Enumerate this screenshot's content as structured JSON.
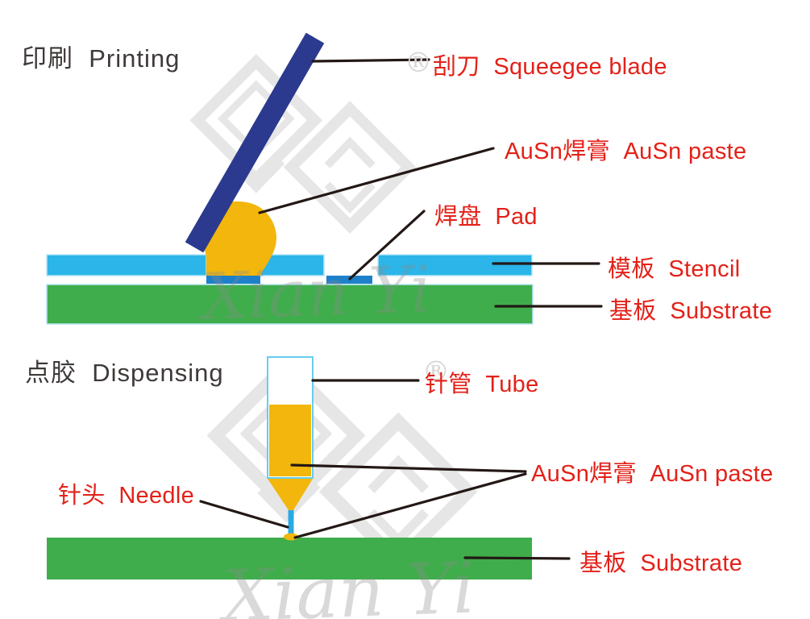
{
  "colors": {
    "label_red": "#e32119",
    "title_dark": "#3e3a39",
    "blade_navy": "#2b3a8f",
    "paste_gold": "#f2b60c",
    "stencil_cyan": "#2bb5e8",
    "pad_blue": "#1e80c8",
    "substrate_green": "#3fad4b",
    "outline_pale": "#b8e7f8",
    "tube_outline_cyan": "#66cdef",
    "needle_cyan": "#2aaae2",
    "leader_black": "#231815",
    "watermark_gray": "#d2d2d2"
  },
  "printing": {
    "title": "印刷  Printing",
    "registered_mark": "®",
    "labels": {
      "squeegee": "刮刀  Squeegee blade",
      "paste": "AuSn焊膏  AuSn paste",
      "pad": "焊盘  Pad",
      "stencil": "模板  Stencil",
      "substrate": "基板  Substrate"
    }
  },
  "dispensing": {
    "title": "点胶  Dispensing",
    "registered_mark": "®",
    "labels": {
      "tube": "针管  Tube",
      "paste": "AuSn焊膏  AuSn paste",
      "needle": "针头  Needle",
      "substrate": "基板  Substrate"
    }
  },
  "watermark": {
    "text": "Xian Yi"
  }
}
